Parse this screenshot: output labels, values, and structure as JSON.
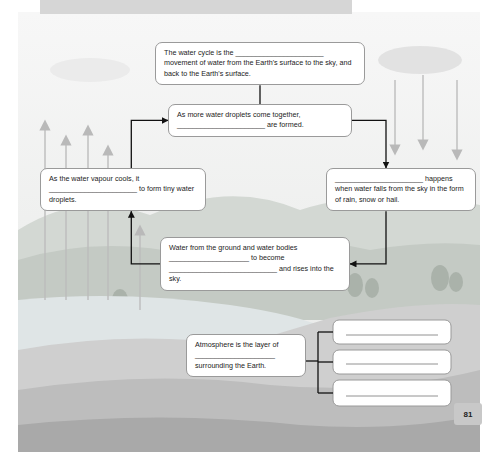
{
  "diagram": {
    "nodes": [
      {
        "text": [
          "The water cycle is the ______________________ movement of water from the Earth's surface to the sky, and back to the Earth's surface."
        ]
      },
      {
        "text": [
          "As more water droplets come together, ______________________ are formed."
        ]
      },
      {
        "text": [
          "______________________ happens when water falls from the sky in the form of rain, snow or hail."
        ]
      },
      {
        "text": [
          "Water from the ground and water bodies ____________________ to become ___________________________ and rises into the sky."
        ]
      },
      {
        "text": [
          "As the water vapour cools, it ______________________ to form tiny water droplets."
        ]
      },
      {
        "text": [
          "Atmosphere is the layer of ____________________ surrounding the Earth."
        ]
      }
    ],
    "edges": [
      {
        "from": 0,
        "to": 1,
        "arrow": "none"
      },
      {
        "from": 1,
        "to": 2,
        "arrow": "to"
      },
      {
        "from": 2,
        "to": 3,
        "arrow": "to"
      },
      {
        "from": 3,
        "to": 4,
        "arrow": "to"
      },
      {
        "from": 4,
        "to": 1,
        "arrow": "to"
      }
    ],
    "labels": [
      "81"
    ]
  }
}
